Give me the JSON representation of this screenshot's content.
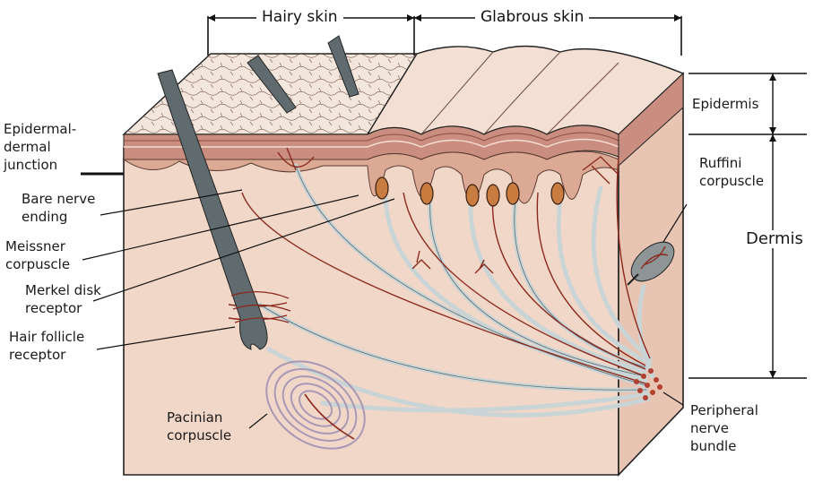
{
  "header": {
    "hairy_skin": "Hairy skin",
    "glabrous_skin": "Glabrous skin"
  },
  "left_labels": {
    "epidermal_dermal_junction": "Epidermal-\ndermal\njunction",
    "bare_nerve_ending": "Bare nerve\nending",
    "meissner_corpuscle": "Meissner\ncorpuscle",
    "merkel_disk_receptor": "Merkel disk\nreceptor",
    "hair_follicle_receptor": "Hair follicle\nreceptor",
    "pacinian_corpuscle": "Pacinian\ncorpuscle"
  },
  "right_labels": {
    "epidermis": "Epidermis",
    "ruffini_corpuscle": "Ruffini\ncorpuscle",
    "dermis": "Dermis",
    "peripheral_nerve_bundle": "Peripheral\nnerve\nbundle"
  },
  "colors": {
    "dermis_front": "#f1d7c8",
    "dermis_side": "#e8c5b3",
    "epidermis_band": "#c98e7f",
    "stratum_top": "#f4dfd4",
    "papilla": "#dba994",
    "hair": "#5f6b6e",
    "nerve_red": "#8b2a1e",
    "myelin": "#c9d4d6",
    "pacinian": "#a898b4",
    "outline": "#222222"
  }
}
